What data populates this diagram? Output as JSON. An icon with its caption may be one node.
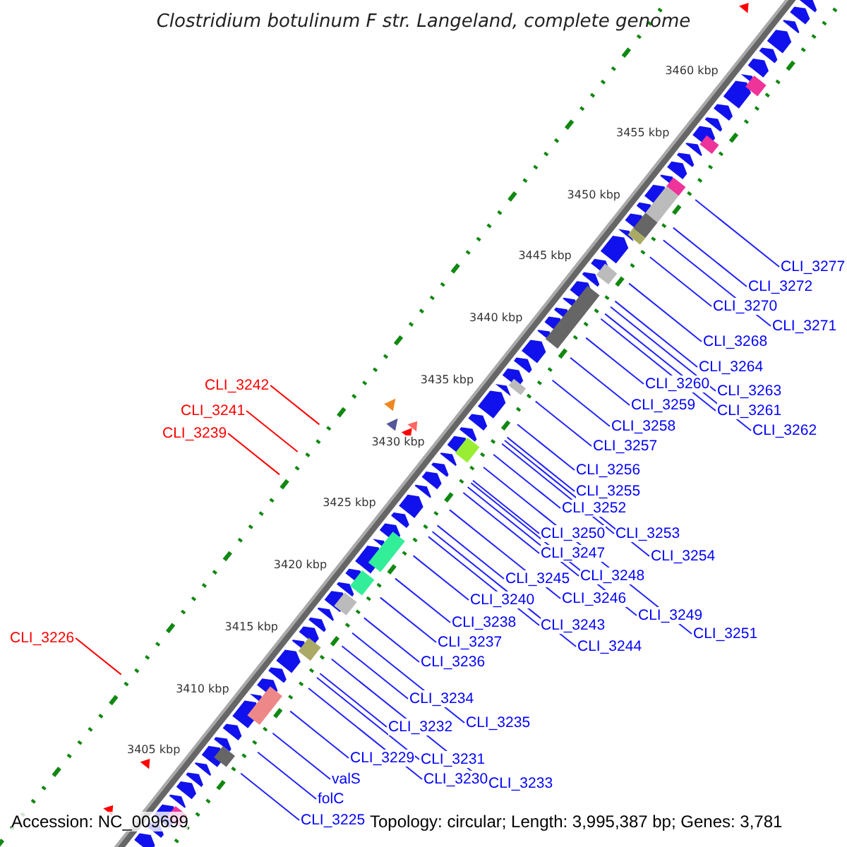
{
  "diagram": {
    "title": "Clostridium botulinum F str. Langeland, complete genome",
    "nodes": [
      {
        "text": [
          "CLI_3277"
        ]
      },
      {
        "text": [
          "CLI_3272"
        ]
      },
      {
        "text": [
          "CLI_3270"
        ]
      },
      {
        "text": [
          "CLI_3271"
        ]
      },
      {
        "text": [
          "CLI_3268"
        ]
      },
      {
        "text": [
          "CLI_3264"
        ]
      },
      {
        "text": [
          "CLI_3260"
        ]
      },
      {
        "text": [
          "CLI_3242"
        ]
      },
      {
        "text": [
          "CLI_3263"
        ]
      },
      {
        "text": [
          "CLI_3259"
        ]
      },
      {
        "text": [
          "CLI_3241"
        ]
      },
      {
        "text": [
          "CLI_3261"
        ]
      },
      {
        "text": [
          "CLI_3258"
        ]
      },
      {
        "text": [
          "CLI_3262"
        ]
      },
      {
        "text": [
          "CLI_3239"
        ]
      },
      {
        "text": [
          "CLI_3257"
        ]
      },
      {
        "text": [
          "CLI_3256"
        ]
      },
      {
        "text": [
          "CLI_3255"
        ]
      },
      {
        "text": [
          "CLI_3252"
        ]
      },
      {
        "text": [
          "CLI_3250"
        ]
      },
      {
        "text": [
          "CLI_3253"
        ]
      },
      {
        "text": [
          "CLI_3247"
        ]
      },
      {
        "text": [
          "CLI_3254"
        ]
      },
      {
        "text": [
          "CLI_3248"
        ]
      },
      {
        "text": [
          "CLI_3245"
        ]
      },
      {
        "text": [
          "CLI_3246"
        ]
      },
      {
        "text": [
          "CLI_3240"
        ]
      },
      {
        "text": [
          "CLI_3249"
        ]
      },
      {
        "text": [
          "CLI_3238"
        ]
      },
      {
        "text": [
          "CLI_3243"
        ]
      },
      {
        "text": [
          "CLI_3251"
        ]
      },
      {
        "text": [
          "CLI_3226"
        ]
      },
      {
        "text": [
          "CLI_3237"
        ]
      },
      {
        "text": [
          "CLI_3244"
        ]
      },
      {
        "text": [
          "CLI_3236"
        ]
      },
      {
        "text": [
          "CLI_3234"
        ]
      },
      {
        "text": [
          "CLI_3235"
        ]
      },
      {
        "text": [
          "CLI_3232"
        ]
      },
      {
        "text": [
          "CLI_3229"
        ]
      },
      {
        "text": [
          "CLI_3231"
        ]
      },
      {
        "text": [
          "valS"
        ]
      },
      {
        "text": [
          "CLI_3230"
        ]
      },
      {
        "text": [
          "CLI_3233"
        ]
      },
      {
        "text": [
          "folC"
        ]
      },
      {
        "text": [
          "CLI_3225"
        ]
      }
    ],
    "edges": [
      {
        "from": 0,
        "to": null,
        "arrow": "none"
      },
      {
        "from": 1,
        "to": null,
        "arrow": "none"
      },
      {
        "from": 2,
        "to": null,
        "arrow": "none"
      },
      {
        "from": 3,
        "to": null,
        "arrow": "none"
      },
      {
        "from": 4,
        "to": null,
        "arrow": "none"
      },
      {
        "from": 5,
        "to": null,
        "arrow": "none"
      },
      {
        "from": 6,
        "to": null,
        "arrow": "none"
      },
      {
        "from": 7,
        "to": null,
        "arrow": "none",
        "color": "#ff0000"
      },
      {
        "from": 8,
        "to": null,
        "arrow": "none"
      },
      {
        "from": 9,
        "to": null,
        "arrow": "none"
      },
      {
        "from": 10,
        "to": null,
        "arrow": "none",
        "color": "#ff0000"
      },
      {
        "from": 11,
        "to": null,
        "arrow": "none"
      },
      {
        "from": 12,
        "to": null,
        "arrow": "none"
      },
      {
        "from": 13,
        "to": null,
        "arrow": "none"
      },
      {
        "from": 14,
        "to": null,
        "arrow": "none",
        "color": "#ff0000"
      },
      {
        "from": 15,
        "to": null,
        "arrow": "none"
      },
      {
        "from": 16,
        "to": null,
        "arrow": "none"
      },
      {
        "from": 17,
        "to": null,
        "arrow": "none"
      },
      {
        "from": 18,
        "to": null,
        "arrow": "none"
      },
      {
        "from": 19,
        "to": null,
        "arrow": "none"
      },
      {
        "from": 20,
        "to": null,
        "arrow": "none"
      },
      {
        "from": 21,
        "to": null,
        "arrow": "none"
      },
      {
        "from": 22,
        "to": null,
        "arrow": "none"
      },
      {
        "from": 23,
        "to": null,
        "arrow": "none"
      },
      {
        "from": 24,
        "to": null,
        "arrow": "none"
      },
      {
        "from": 25,
        "to": null,
        "arrow": "none"
      },
      {
        "from": 26,
        "to": null,
        "arrow": "none"
      },
      {
        "from": 27,
        "to": null,
        "arrow": "none"
      },
      {
        "from": 28,
        "to": null,
        "arrow": "none"
      },
      {
        "from": 29,
        "to": null,
        "arrow": "none"
      },
      {
        "from": 30,
        "to": null,
        "arrow": "none"
      },
      {
        "from": 31,
        "to": null,
        "arrow": "none",
        "color": "#ff0000"
      },
      {
        "from": 32,
        "to": null,
        "arrow": "none"
      },
      {
        "from": 33,
        "to": null,
        "arrow": "none"
      },
      {
        "from": 34,
        "to": null,
        "arrow": "none"
      },
      {
        "from": 35,
        "to": null,
        "arrow": "none"
      },
      {
        "from": 36,
        "to": null,
        "arrow": "none"
      },
      {
        "from": 37,
        "to": null,
        "arrow": "none"
      },
      {
        "from": 38,
        "to": null,
        "arrow": "none"
      },
      {
        "from": 39,
        "to": null,
        "arrow": "none"
      },
      {
        "from": 40,
        "to": null,
        "arrow": "none"
      },
      {
        "from": 41,
        "to": null,
        "arrow": "none"
      },
      {
        "from": 42,
        "to": null,
        "arrow": "none"
      },
      {
        "from": 43,
        "to": null,
        "arrow": "none"
      },
      {
        "from": 44,
        "to": null,
        "arrow": "none"
      }
    ],
    "labels": [
      "3460 kbp",
      "3455 kbp",
      "3450 kbp",
      "3445 kbp",
      "3440 kbp",
      "3435 kbp",
      "3430 kbp",
      "3425 kbp",
      "3420 kbp",
      "3415 kbp",
      "3410 kbp",
      "3405 kbp",
      "Accession: NC_009699",
      "Topology: circular; Length: 3,995,387 bp; Genes: 3,781"
    ]
  }
}
